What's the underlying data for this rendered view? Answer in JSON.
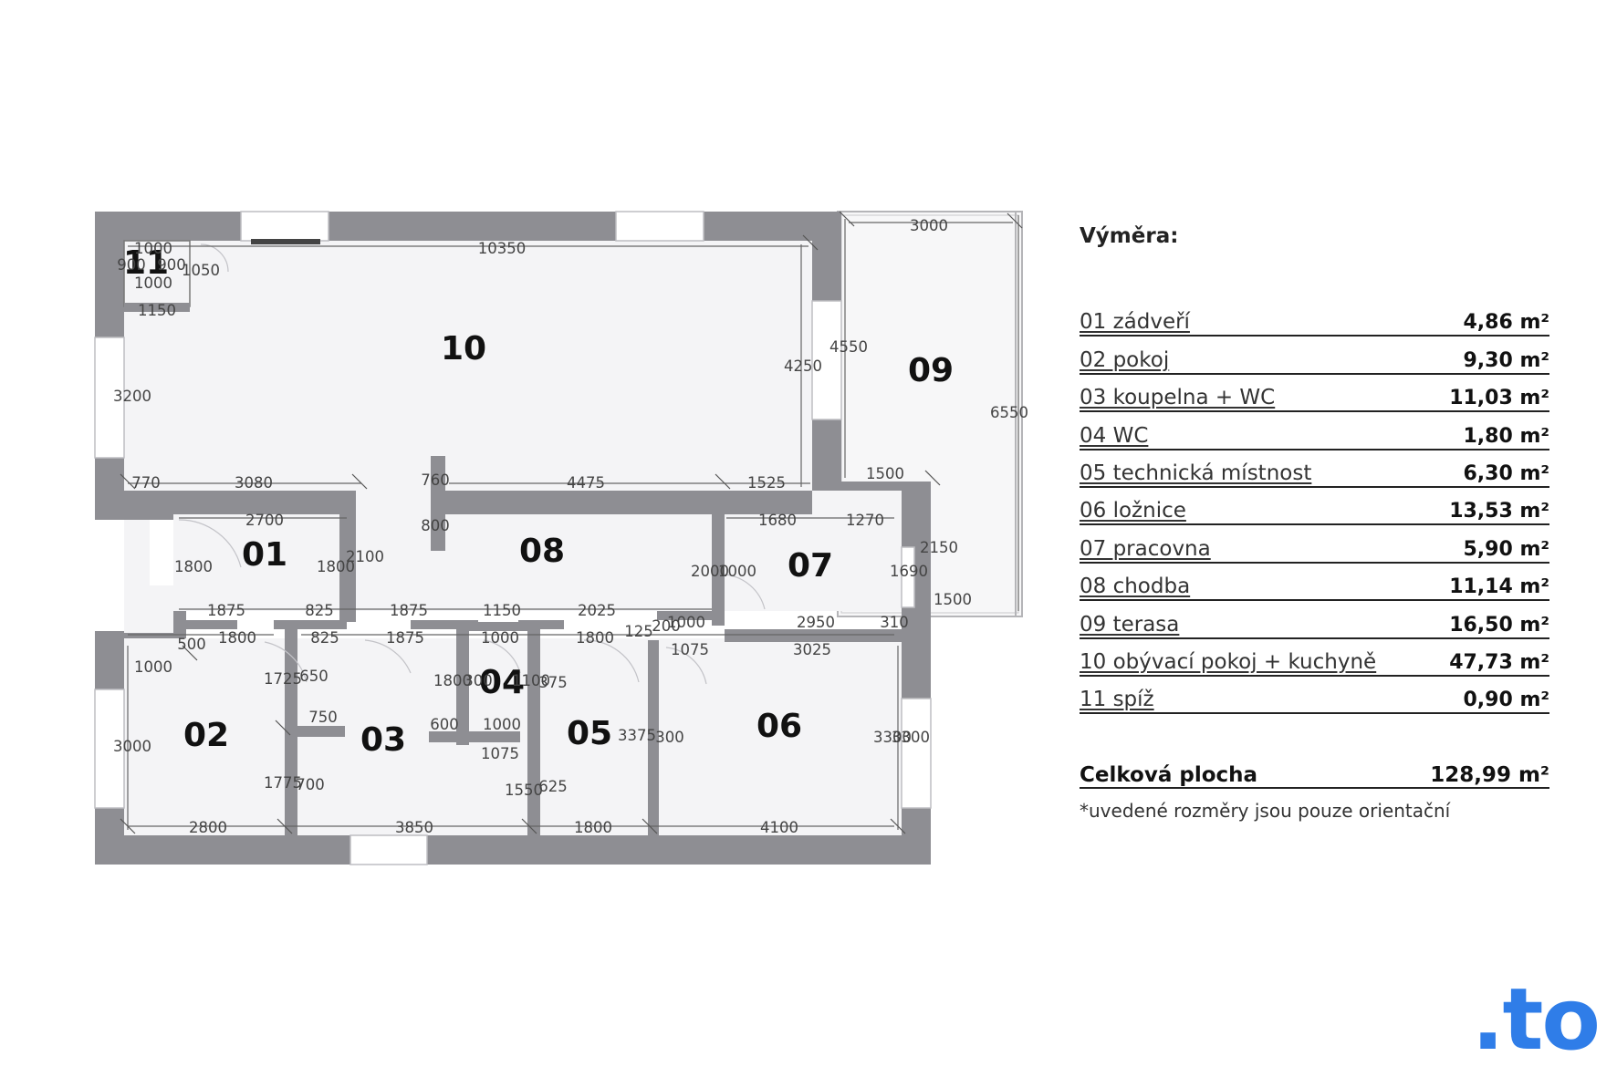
{
  "floorplan": {
    "rooms": [
      {
        "id": "01",
        "label": "01"
      },
      {
        "id": "02",
        "label": "02"
      },
      {
        "id": "03",
        "label": "03"
      },
      {
        "id": "04",
        "label": "04"
      },
      {
        "id": "05",
        "label": "05"
      },
      {
        "id": "06",
        "label": "06"
      },
      {
        "id": "07",
        "label": "07"
      },
      {
        "id": "08",
        "label": "08"
      },
      {
        "id": "09",
        "label": "09"
      },
      {
        "id": "10",
        "label": "10"
      },
      {
        "id": "11",
        "label": "11"
      }
    ],
    "dimensions": [
      "10350",
      "3000",
      "1000",
      "900",
      "900",
      "1000",
      "1050",
      "1150",
      "4250",
      "4550",
      "3200",
      "6550",
      "770",
      "3080",
      "4475",
      "1525",
      "1500",
      "760",
      "800",
      "2700",
      "1680",
      "1270",
      "2150",
      "1800",
      "2100",
      "1800",
      "2000",
      "1000",
      "1690",
      "1875",
      "825",
      "1875",
      "1150",
      "2025",
      "1500",
      "1800",
      "825",
      "1875",
      "1000",
      "1800",
      "125",
      "200",
      "1000",
      "2950",
      "310",
      "500",
      "1075",
      "3025",
      "1000",
      "1725",
      "650",
      "1800",
      "300",
      "1100",
      "375",
      "750",
      "600",
      "1000",
      "3375",
      "300",
      "3300",
      "3000",
      "1775",
      "700",
      "1075",
      "1550",
      "625",
      "3300",
      "2800",
      "3850",
      "1800",
      "4100"
    ]
  },
  "legend": {
    "title": "Výměra:",
    "items": [
      {
        "name": "01 zádveří",
        "area": "4,86 m²"
      },
      {
        "name": "02 pokoj",
        "area": "9,30 m²"
      },
      {
        "name": "03 koupelna + WC",
        "area": "11,03 m²"
      },
      {
        "name": "04 WC",
        "area": "1,80 m²"
      },
      {
        "name": "05 technická místnost",
        "area": "6,30 m²"
      },
      {
        "name": "06 ložnice",
        "area": "13,53 m²"
      },
      {
        "name": "07 pracovna",
        "area": "5,90 m²"
      },
      {
        "name": "08 chodba",
        "area": "11,14 m²"
      },
      {
        "name": "09 terasa",
        "area": "16,50 m²"
      },
      {
        "name": "10 obývací pokoj + kuchyně",
        "area": "47,73 m²"
      },
      {
        "name": "11 spíž",
        "area": "0,90 m²"
      }
    ],
    "total_label": "Celková plocha",
    "total_value": "128,99 m²",
    "note": "*uvedené rozměry jsou pouze orientační"
  },
  "brand": {
    "logo": ".to",
    "color": "#2f7de8"
  },
  "colors": {
    "wall": "#8e8e93",
    "floor": "#f4f4f6"
  }
}
